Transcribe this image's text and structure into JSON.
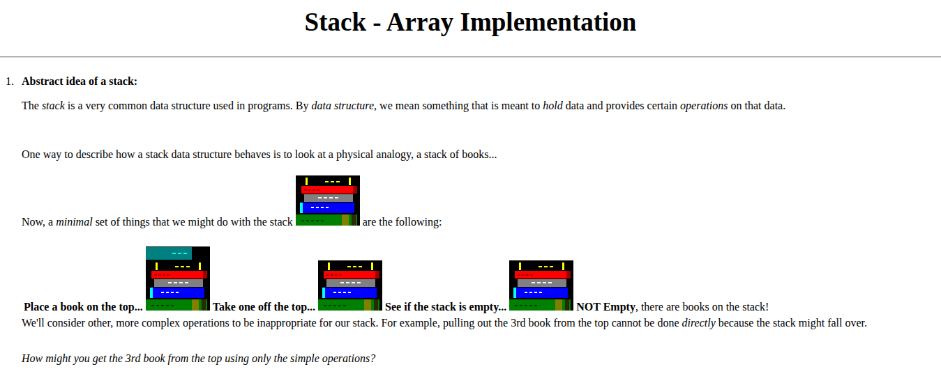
{
  "diagram": {
    "title": "Stack - Array Implementation",
    "labels": [
      "1.",
      "Abstract idea of a stack:",
      "The",
      "stack",
      "is a very common data structure used in programs. By",
      "data structure",
      ", we mean something that is meant to",
      "hold",
      "data and provides certain",
      "operations",
      "on that data.",
      "One way to describe how a stack data structure behaves is to look at a physical analogy, a stack of books...",
      "Now, a",
      "minimal",
      "set of things that we might do with the stack",
      "are the following:",
      "Place a book on the top...",
      "Take one off the top...",
      "See if the stack is empty...",
      "NOT Empty",
      ", there are books on the stack!",
      "We'll consider other, more complex operations to be inappropriate for our stack. For example, pulling out the 3rd book from the top cannot be done",
      "directly",
      "because the stack might fall over.",
      "How might you get the 3rd book from the top using only the simple operations?"
    ]
  }
}
